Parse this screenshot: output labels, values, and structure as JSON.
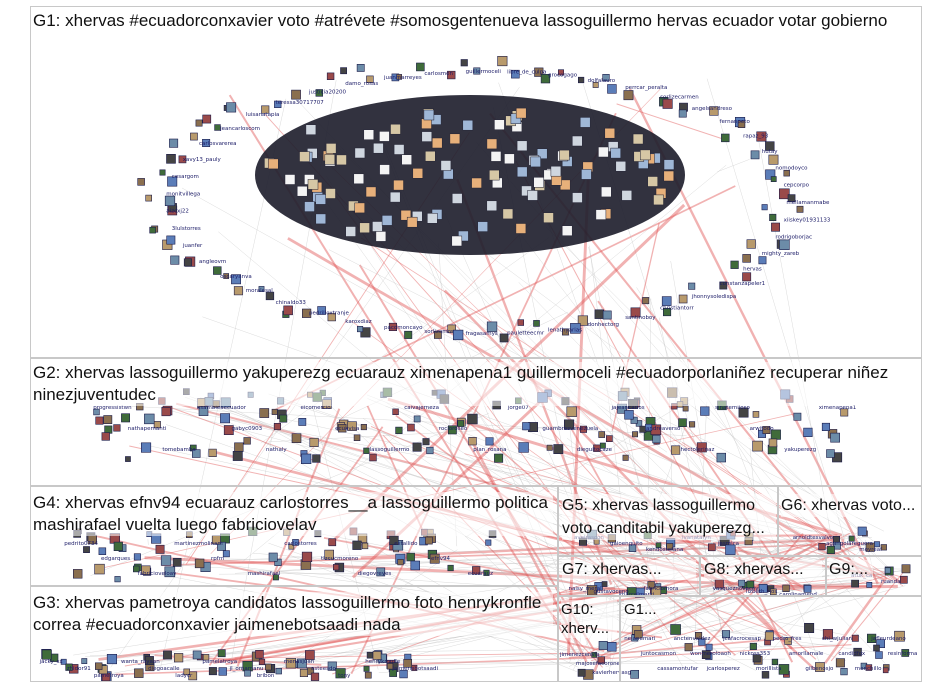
{
  "groups": [
    {
      "id": "g1",
      "title": "G1: xhervas #ecuadorconxavier voto #atrévete #somosgentenueva lassoguillermo hervas ecuador votar gobierno"
    },
    {
      "id": "g2",
      "title": "G2: xhervas lassoguillermo yakuperezg ecuarauz ximenapena1 guillermoceli #ecuadorporlaniñez recuperar niñez ninezjuventudec"
    },
    {
      "id": "g4",
      "title": "G4: xhervas efnv94 ecuarauz carlostorres__a lassoguillermo politica mashirafael vuelta luego fabriciovelav"
    },
    {
      "id": "g5",
      "title": "G5: xhervas lassoguillermo voto canditabil yakuperezg..."
    },
    {
      "id": "g6",
      "title": "G6: xhervas voto..."
    },
    {
      "id": "g3",
      "title": "G3: xhervas pametroya candidatos lassoguillermo foto henrykronfle correa #ecuadorconxavier jaimenebotsaadi nada"
    },
    {
      "id": "g7",
      "title": "G7: xhervas..."
    },
    {
      "id": "g8",
      "title": "G8: xhervas..."
    },
    {
      "id": "g9",
      "title": "G9:..."
    },
    {
      "id": "g10",
      "title": "G10: xherv..."
    },
    {
      "id": "g11",
      "title": "G1..."
    }
  ],
  "node_labels": {
    "g1": [
      "mellamanmabe",
      "xiiskey01931133",
      "rodrigoborjac",
      "mighty_zareb",
      "hervas",
      "constanzapeler1",
      "jhonnysoledispa",
      "christiantorr",
      "santinoboy",
      "donhectorg",
      "lenathyarias",
      "pauletteecmr",
      "fragasamys",
      "sorlizemos",
      "pacomoncayo",
      "karoxdiaz",
      "pedrilloxtranje",
      "chinaldo33",
      "moralesal",
      "oscaryanva",
      "angleovm",
      "juanfer",
      "3lulstorres",
      "aizcxj22",
      "monitvillega",
      "cesargom",
      "xavy13_pauly",
      "carlosvarerea",
      "jeancarloscom",
      "luisanatapia",
      "teressa30717707",
      "justicia20200",
      "damo_rosas",
      "juanmarreyes",
      "carlosmon",
      "guillermoceli",
      "libre_de_culpa",
      "grocogago",
      "dolfalauro",
      "perrcar_peralta",
      "sorlizecarmen",
      "angelsandreso",
      "fernanpeto",
      "rapaz_93",
      "hutay",
      "nomodoyco",
      "cepcorpo"
    ],
    "g2": [
      "progressistwn",
      "nathapemanti",
      "tomebamba",
      "asambleaecuador",
      "gabyc0903",
      "nathaly",
      "elcomercio",
      "ecuavisa",
      "lassoguillermo",
      "calvajerneza",
      "rocioroseo",
      "plan_rosana",
      "jorge07",
      "guambrasvenezuela",
      "dieguitocaze",
      "jajeancarlos",
      "andreaverso",
      "hectolerinaz",
      "sinatemiloso",
      "arwitodo",
      "yakuperezg",
      "ximenapena1"
    ],
    "g4": [
      "pedrito0734",
      "edgarques",
      "fabricioveloav",
      "martinezmolinam",
      "rpfm",
      "mashirafael",
      "carlostorres",
      "tizcucmoreno",
      "diegovreyes",
      "estallido",
      "efnv94",
      "ecuarauz"
    ],
    "g5": [
      "aveirascon",
      "gaioenquito",
      "kendostefana",
      "ivanatalyn",
      "jasmica"
    ],
    "g6": [
      "arnoldtesvalvo",
      "agangolareguera",
      "moyreaf"
    ],
    "g3": [
      "jacky_sx",
      "zhidor91",
      "pametroya",
      "wanta_rayaan",
      "diegoacalle",
      "ladycr",
      "pamelatroya",
      "jl_ornamanu",
      "bribon",
      "menasjuan",
      "asteesdo",
      "tony",
      "henrykronfle",
      "jaimenebotsaadi"
    ],
    "g7": [
      "naisy_meral",
      "gustavoceno",
      "jmarcelmarci",
      "fabriciomora"
    ],
    "g8": [
      "vasqueznovacov",
      "lizbeth_rios",
      "carolinamend"
    ],
    "g9": [
      "atuk_ca",
      "ruanda"
    ],
    "g10": [
      "jimenezcenvia",
      "majosefacoronel",
      "xavierhervasg"
    ],
    "g11": [
      "nelanemari",
      "juntocasmon",
      "cassamontufar",
      "anctenvaldez",
      "wonmeroloaoh",
      "jcarlosperez",
      "jcafacrocesap",
      "nickoss353",
      "morillista",
      "pedro_fres",
      "amorllamale",
      "gilbenosjo",
      "chi_wjulian",
      "candidfox",
      "monchillo",
      "jafleurdeano",
      "resinforma"
    ]
  }
}
